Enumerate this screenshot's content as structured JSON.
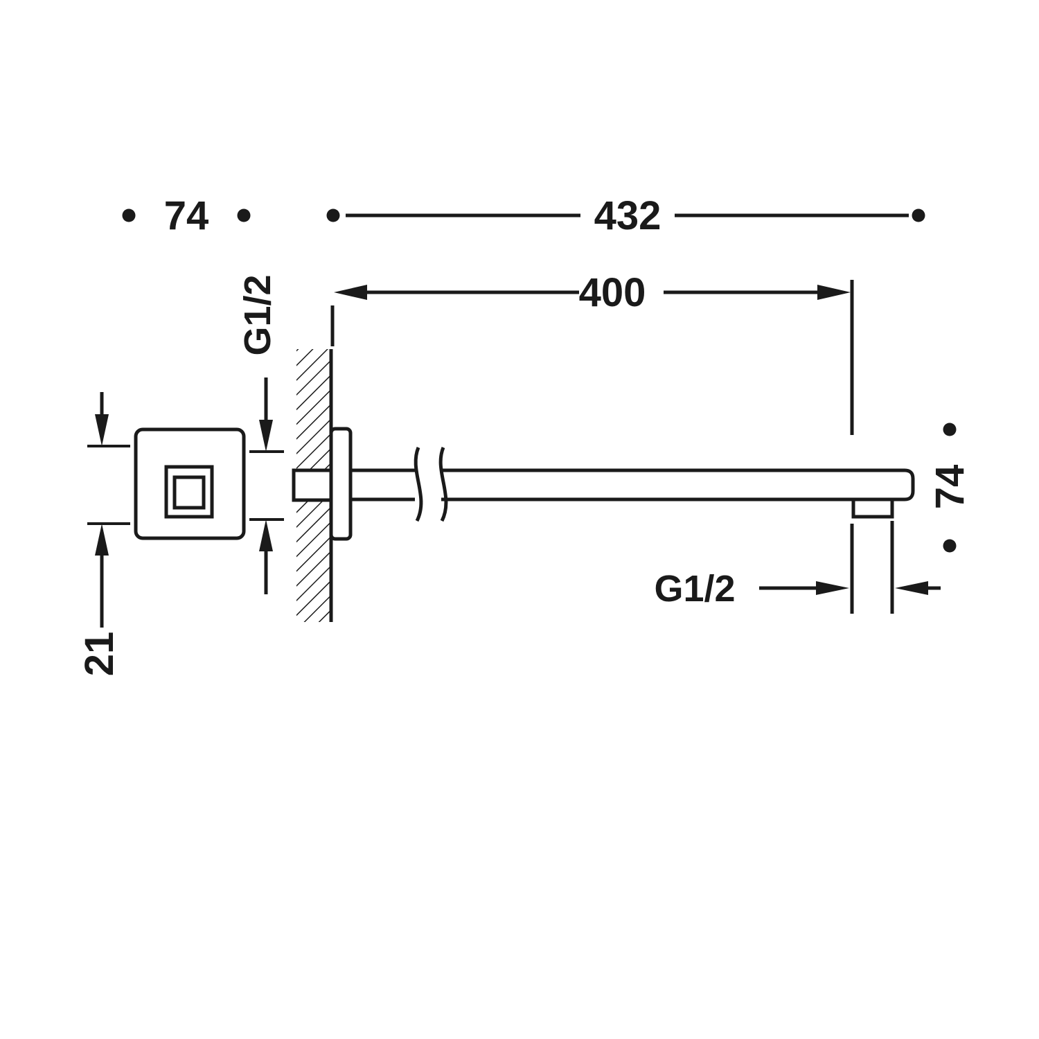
{
  "dims": {
    "flange_width": "74",
    "overall_length": "432",
    "wall_to_end": "400",
    "wall_thread": "G1/2",
    "end_height": "74",
    "outlet_thread": "G1/2",
    "spout_offset": "21"
  }
}
